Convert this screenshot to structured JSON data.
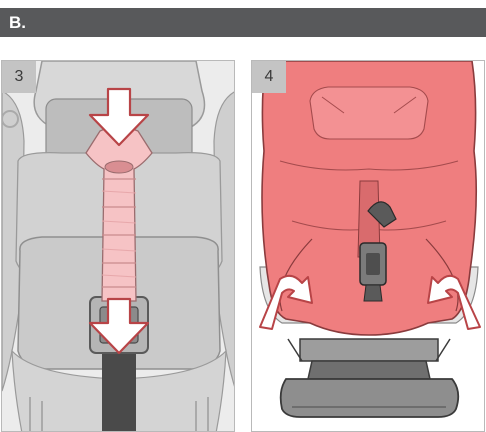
{
  "section": {
    "label": "B."
  },
  "steps": [
    {
      "number": "3"
    },
    {
      "number": "4"
    }
  ],
  "colors": {
    "header_bg": "#58595b",
    "accent_pink": "#ef7e7f",
    "light_pink": "#f6c3c5",
    "seat_gray": "#cfcfcf",
    "dark_gray": "#555555"
  },
  "icons": [
    "down-arrow-icon",
    "up-arrow-icon"
  ]
}
